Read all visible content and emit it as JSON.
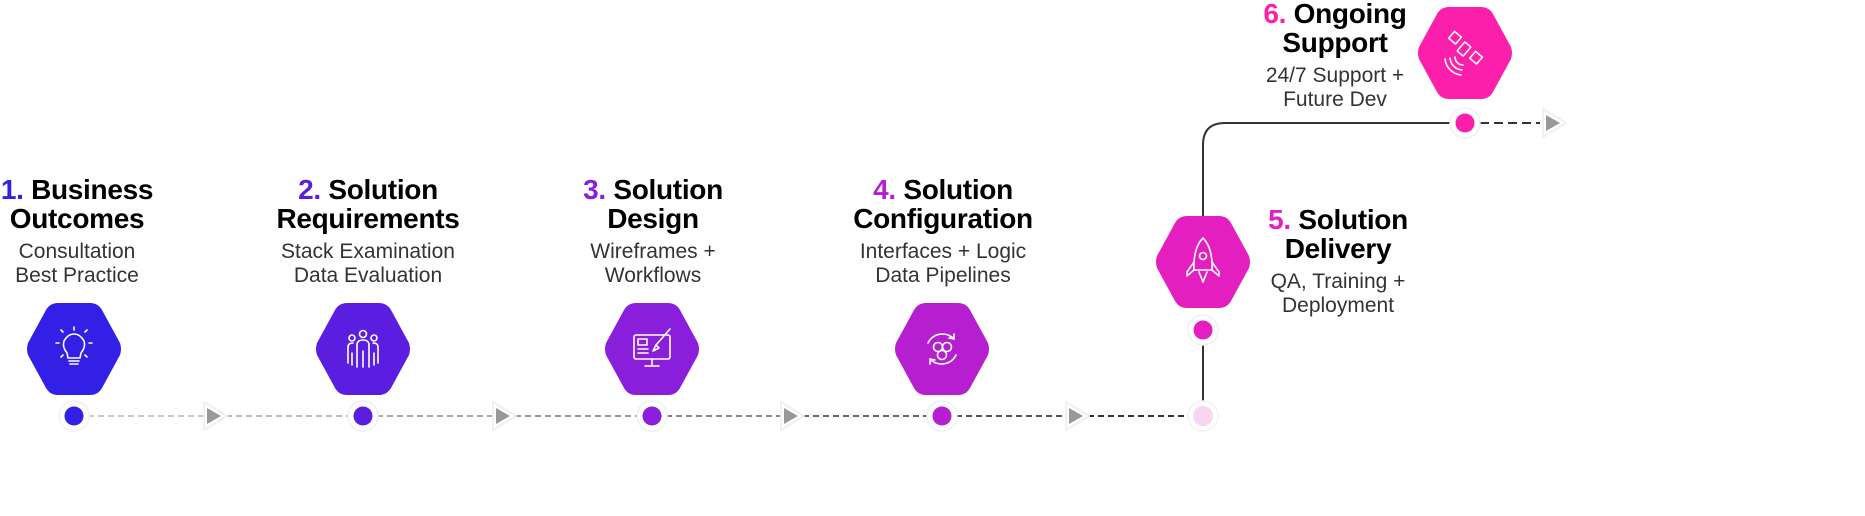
{
  "steps": [
    {
      "number": "1.",
      "title_line1": "Business",
      "title_line2": "Outcomes",
      "desc_line1": "Consultation",
      "desc_line2": "Best Practice",
      "color": "#3320e6",
      "icon": "lightbulb-icon"
    },
    {
      "number": "2.",
      "title_line1": "Solution",
      "title_line2": "Requirements",
      "desc_line1": "Stack Examination",
      "desc_line2": "Data Evaluation",
      "color": "#5b1ee0",
      "icon": "team-icon"
    },
    {
      "number": "3.",
      "title_line1": "Solution",
      "title_line2": "Design",
      "desc_line1": "Wireframes +",
      "desc_line2": "Workflows",
      "color": "#8a1fdb",
      "icon": "monitor-design-icon"
    },
    {
      "number": "4.",
      "title_line1": "Solution",
      "title_line2": "Configuration",
      "desc_line1": "Interfaces + Logic",
      "desc_line2": "Data Pipelines",
      "color": "#b51fcf",
      "icon": "cycle-cells-icon"
    },
    {
      "number": "5.",
      "title_line1": "Solution",
      "title_line2": "Delivery",
      "desc_line1": "QA, Training +",
      "desc_line2": "Deployment",
      "color": "#e41fbf",
      "icon": "rocket-icon"
    },
    {
      "number": "6.",
      "title_line1": "Ongoing",
      "title_line2": "Support",
      "desc_line1": "24/7 Support +",
      "desc_line2": "Future Dev",
      "color": "#fc1fab",
      "icon": "satellite-icon"
    }
  ]
}
